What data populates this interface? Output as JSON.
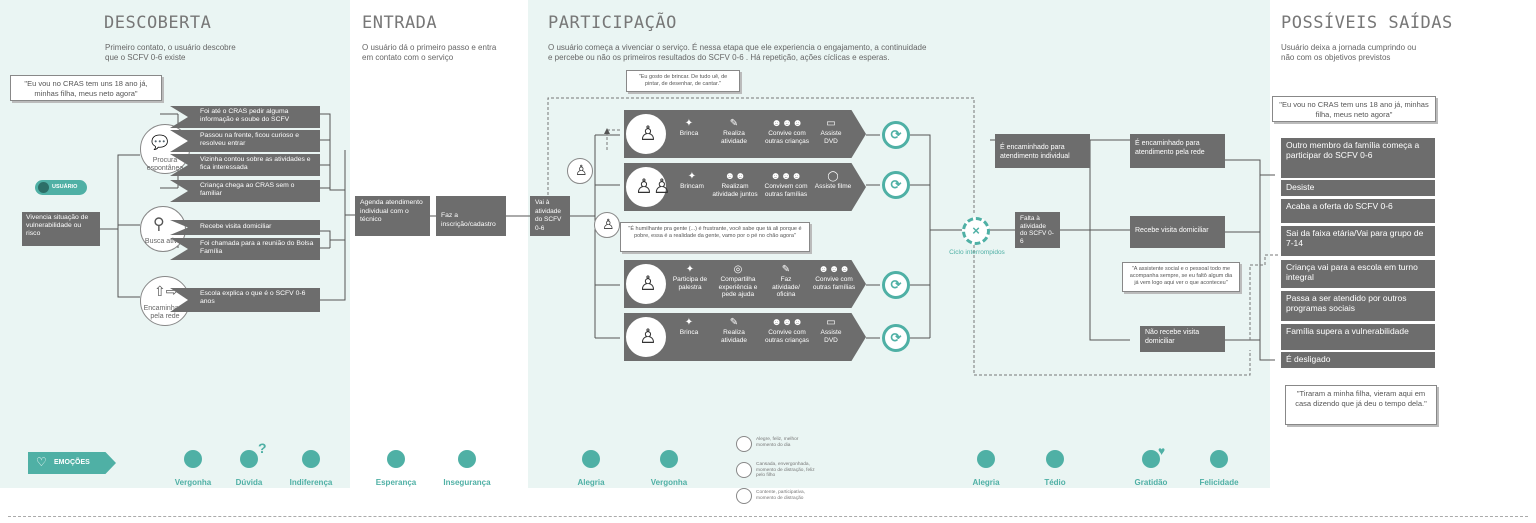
{
  "colors": {
    "accent": "#4fb0a5",
    "box": "#6d6d6d",
    "panel": "#eaf5f3"
  },
  "phases": {
    "descoberta": {
      "title": "DESCOBERTA",
      "desc": "Primeiro contato, o usuário descobre que o SCFV 0-6 existe"
    },
    "entrada": {
      "title": "ENTRADA",
      "desc": "O usuário dá o primeiro passo e entra em contato com o serviço"
    },
    "participacao": {
      "title": "PARTICIPAÇÃO",
      "desc": "O usuário começa a vivenciar o serviço. É nessa etapa que ele experiencia o engajamento, a continuidade e percebe ou não os primeiros resultados do SCFV 0-6 . Há repetição, ações cíclicas e esperas."
    },
    "saidas": {
      "title": "POSSÍVEIS SAÍDAS",
      "desc": "Usuário deixa a jornada cumprindo ou não com os objetivos previstos"
    }
  },
  "quotes": {
    "q1": "\"Eu vou no CRAS tem uns 18 ano já, minhas filha, meus neto agora\"",
    "q2": "\"Eu gosto de brincar. De tudo uê, de pintar, de desenhar, de cantar.\"",
    "q3": "\"É humilhante pra gente (...) é frustrante, você sabe que tá ali porque é pobre, essa é a realidade da gente, vamo por o pé no chão agora\"",
    "q4": "\"A assistente social e o pessoal todo me acompanha sempre, se eu faltô algum dia já vem logo aqui ver o que aconteceu\"",
    "q5": "\"Eu vou no CRAS tem uns 18 ano já, minhas filha, meus neto agora\"",
    "q6": "\"Tiraram a minha filha, vieram aqui em casa dizendo que já deu o tempo dela.\""
  },
  "user": {
    "badge": "USUÁRIO",
    "start": "Vivencia situação de vulnerabilidade ou risco"
  },
  "channels": {
    "procura": "Procura espontânea",
    "busca": "Busca ativa",
    "encaminhado": "Encaminhado pela rede"
  },
  "discovery_items": [
    "Foi até o CRAS pedir alguma informação e soube do SCFV",
    "Passou na frente, ficou curioso e resolveu entrar",
    "Vizinha contou sobre as atividades e fica interessada",
    "Criança chega ao CRAS sem o familiar",
    "Recebe visita domiciliar",
    "Foi chamada para a reunião do Bolsa Família",
    "Escola explica o que é o SCFV 0-6 anos"
  ],
  "entrada_steps": [
    "Agenda atendimento individual com o técnico",
    "Faz a inscrição/cadastro",
    "Vai à atividade do SCFV 0-6"
  ],
  "activity_rows": [
    {
      "items": [
        "Brinca",
        "Realiza atividade",
        "Convive com outras crianças",
        "Assiste DVD"
      ]
    },
    {
      "items": [
        "Brincam",
        "Realizam atividade juntos",
        "Convivem com outras famílias",
        "Assiste filme"
      ]
    },
    {
      "items": [
        "Participa de palestra",
        "Compartilha experiência e pede ajuda",
        "Faz atividade/ oficina",
        "Convive com outras famílias"
      ]
    },
    {
      "items": [
        "Brinca",
        "Realiza atividade",
        "Convive com outras crianças",
        "Assiste DVD"
      ]
    }
  ],
  "cycle": {
    "label": "Ciclo interrompidos",
    "falta": "Falta à atividade do SCFV 0-6"
  },
  "right_flow": {
    "individual": "É encaminhado para atendimento individual",
    "rede": "É encaminhado para atendimento pela rede",
    "visita": "Recebe visita domiciliar",
    "nao_visita": "Não recebe visita domiciliar"
  },
  "exits": [
    "Outro membro da família começa a participar do SCFV 0-6",
    "Desiste",
    "Acaba a oferta do SCFV 0-6",
    "Sai da faixa etária/Vai para grupo de 7-14",
    "Criança vai para a escola em turno integral",
    "Passa a ser atendido por outros programas sociais",
    "Família supera a vulnerabilidade",
    "É desligado"
  ],
  "legend": [
    "Alegre, feliz, melhor momento do dia",
    "Cansada, envergonhada, momento de distração, feliz pelo filho",
    "Contente, participativa, momento de distração"
  ],
  "emotions": {
    "label": "EMOÇÕES",
    "items": [
      "Vergonha",
      "Dúvida",
      "Indiferença",
      "Esperança",
      "Insegurança",
      "Alegria",
      "Vergonha",
      "Alegria",
      "Tédio",
      "Gratidão",
      "Felicidade"
    ]
  }
}
